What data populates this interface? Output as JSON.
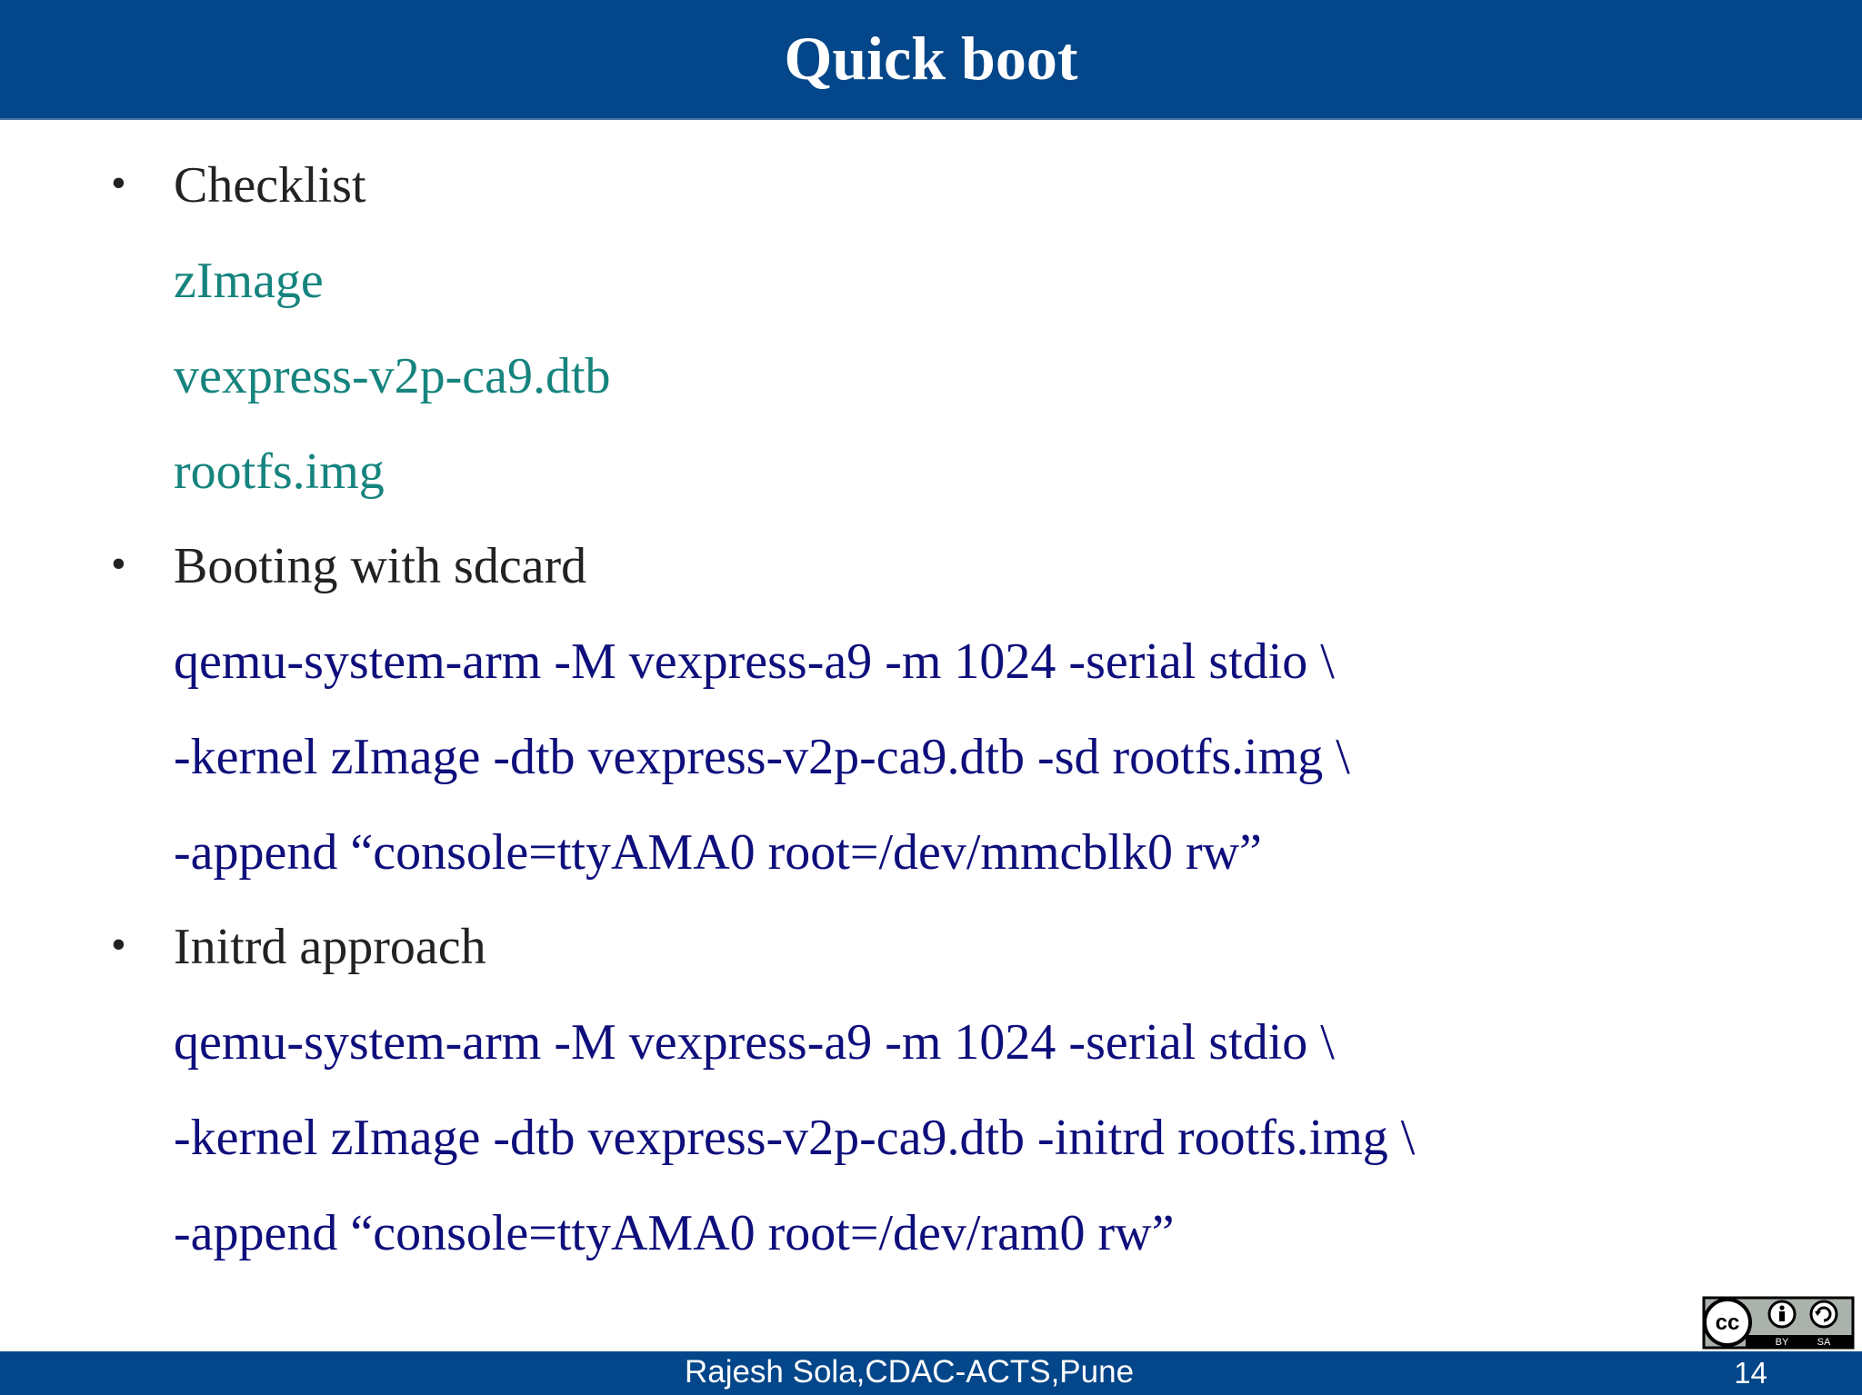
{
  "slide": {
    "title": "Quick boot",
    "sections": [
      {
        "heading": "Checklist",
        "lines": [
          "zImage",
          "vexpress-v2p-ca9.dtb",
          "rootfs.img"
        ]
      },
      {
        "heading": "Booting with sdcard",
        "lines": [
          "qemu-system-arm -M vexpress-a9 -m 1024 -serial stdio \\",
          "-kernel zImage -dtb vexpress-v2p-ca9.dtb -sd rootfs.img \\",
          "-append “console=ttyAMA0 root=/dev/mmcblk0 rw”"
        ]
      },
      {
        "heading": "Initrd approach",
        "lines": [
          "qemu-system-arm -M vexpress-a9 -m 1024 -serial stdio \\",
          "-kernel zImage -dtb vexpress-v2p-ca9.dtb -initrd rootfs.img \\",
          "-append “console=ttyAMA0 root=/dev/ram0 rw”"
        ]
      }
    ],
    "bullet_char": "•"
  },
  "footer": {
    "author": "Rajesh Sola,CDAC-ACTS,Pune",
    "page_number": "14"
  },
  "license": {
    "icon": "cc-by-sa-icon",
    "cc_text": "cc",
    "by_text": "BY",
    "sa_text": "SA"
  },
  "colors": {
    "bar": "#03468a",
    "heading_text": "#222222",
    "file_text": "#16847e",
    "command_text": "#0e0e7c"
  }
}
